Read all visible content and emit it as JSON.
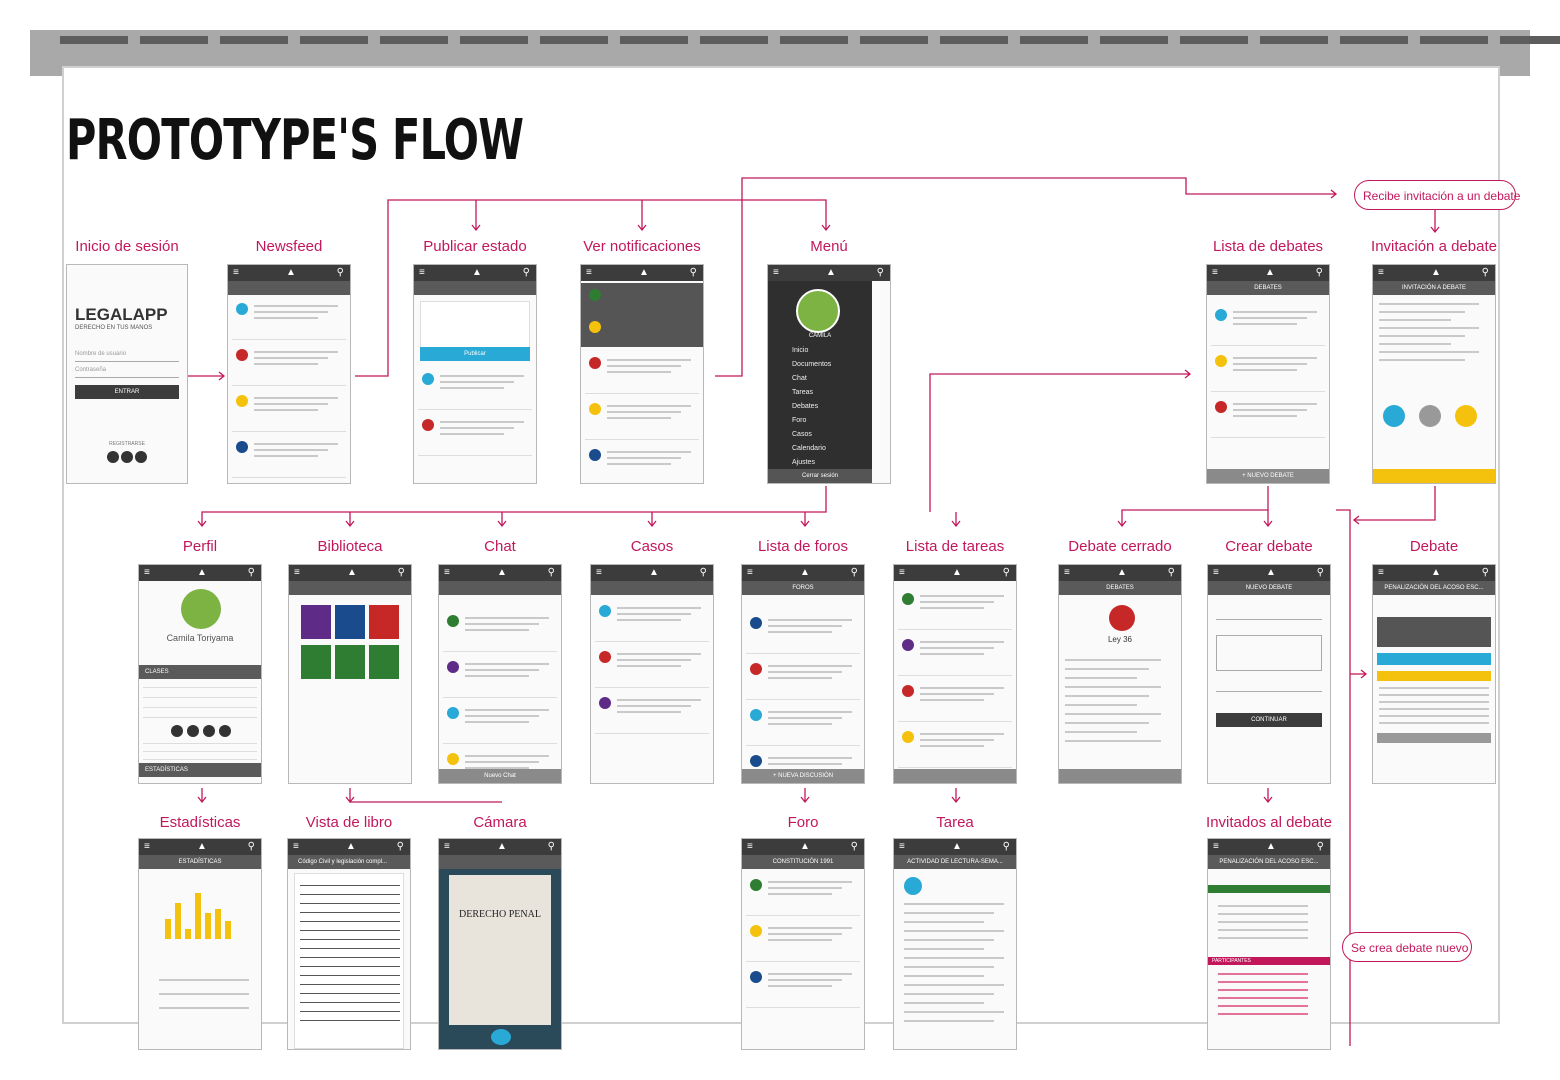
{
  "title": "PROTOTYPE'S FLOW",
  "accent_color": "#c2185b",
  "screens_row1": [
    {
      "key": "login",
      "label": "Inicio de sesión"
    },
    {
      "key": "newsfeed",
      "label": "Newsfeed"
    },
    {
      "key": "publicar",
      "label": "Publicar estado"
    },
    {
      "key": "notif",
      "label": "Ver notificaciones"
    },
    {
      "key": "menu",
      "label": "Menú"
    },
    {
      "key": "listadeb",
      "label": "Lista de debates"
    },
    {
      "key": "invit",
      "label": "Invitación a debate"
    }
  ],
  "screens_row2": [
    {
      "key": "perfil",
      "label": "Perfil"
    },
    {
      "key": "biblio",
      "label": "Biblioteca"
    },
    {
      "key": "chat",
      "label": "Chat"
    },
    {
      "key": "casos",
      "label": "Casos"
    },
    {
      "key": "foros",
      "label": "Lista de foros"
    },
    {
      "key": "tareas",
      "label": "Lista de tareas"
    },
    {
      "key": "debcerr",
      "label": "Debate cerrado"
    },
    {
      "key": "crear",
      "label": "Crear debate"
    },
    {
      "key": "debate",
      "label": "Debate"
    }
  ],
  "screens_row3": [
    {
      "key": "estad",
      "label": "Estadísticas"
    },
    {
      "key": "libro",
      "label": "Vista de libro"
    },
    {
      "key": "camara",
      "label": "Cámara"
    },
    {
      "key": "foro",
      "label": "Foro"
    },
    {
      "key": "tarea",
      "label": "Tarea"
    },
    {
      "key": "invitados",
      "label": "Invitados al debate"
    }
  ],
  "callouts": {
    "invite": "Recibe invitación a un debate",
    "new_debate": "Se crea debate nuevo"
  },
  "screen_text": {
    "login_brand": "LEGALAPP",
    "login_tagline": "DERECHO EN TUS MANOS",
    "login_user": "Nombre de usuario",
    "login_pass": "Contraseña",
    "login_enter": "ENTRAR",
    "login_register": "REGISTRARSE",
    "publicar_btn": "Publicar",
    "menu_name": "CAMILA",
    "menu_items": [
      "Inicio",
      "Documentos",
      "Chat",
      "Tareas",
      "Debates",
      "Foro",
      "Casos",
      "Calendario",
      "Ajustes"
    ],
    "menu_logout": "Cerrar sesión",
    "debates_header": "DEBATES",
    "new_debate_btn": "+ NUEVO DEBATE",
    "invite_header": "INVITACIÓN A DEBATE",
    "profile_name": "Camila Toriyama",
    "profile_classes": "CLASES",
    "profile_stats": "ESTADÍSTICAS",
    "foros_header": "FOROS",
    "new_discussion": "+ NUEVA DISCUSIÓN",
    "debcerr_title": "Ley 36",
    "crear_header": "NUEVO DEBATE",
    "crear_btn": "CONTINUAR",
    "debate_header": "PENALIZACIÓN DEL ACOSO ESC...",
    "stats_header": "ESTADÍSTICAS",
    "libro_header": "Código Civil y legislación compl...",
    "camara_book": "DERECHO PENAL",
    "foro_header": "CONSTITUCIÓN 1991",
    "tarea_header": "ACTIVIDAD DE LECTURA-SEMA...",
    "invitados_header": "PENALIZACIÓN DEL ACOSO ESC...",
    "invitados_section": "PARTICIPANTES",
    "chat_new": "Nuevo Chat"
  }
}
